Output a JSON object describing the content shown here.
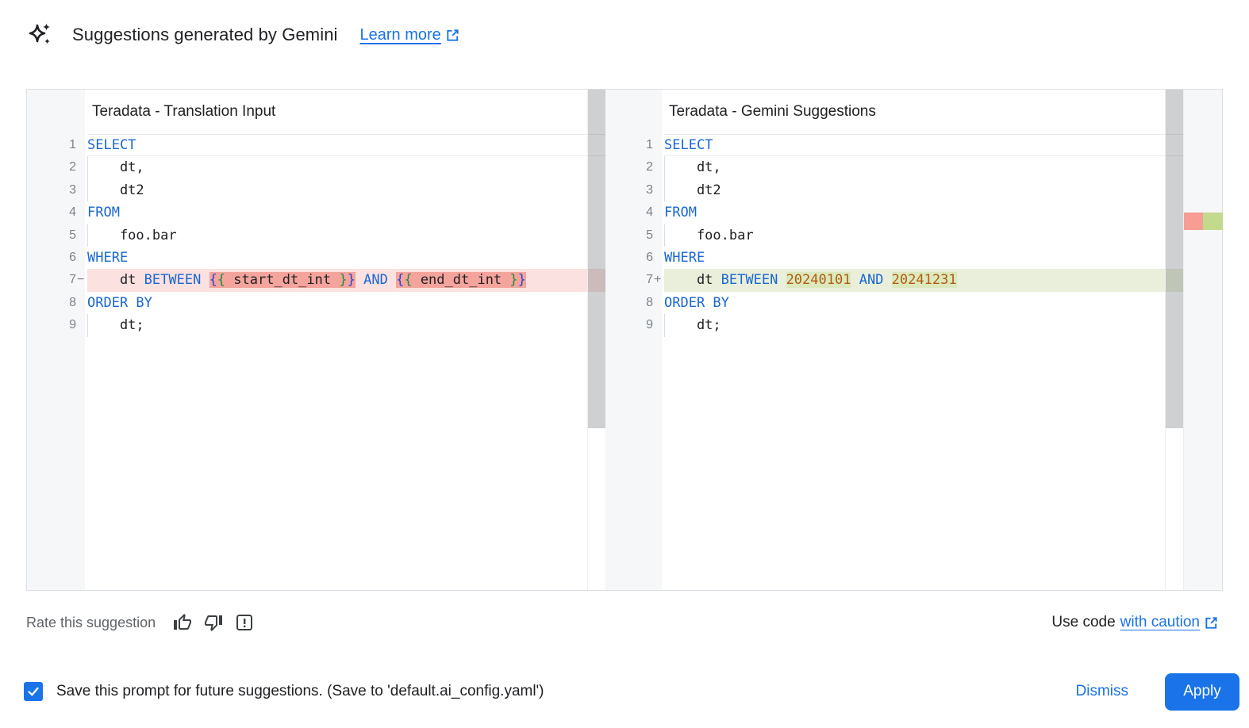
{
  "header": {
    "icon": "gemini-spark-icon",
    "title": "Suggestions generated by Gemini",
    "learn_more_label": "Learn more"
  },
  "panes": [
    {
      "title": "Teradata - Translation Input",
      "diff_kind": "removed",
      "lines": [
        {
          "num": "1",
          "sign": "",
          "current": true,
          "segments": [
            {
              "t": "SELECT",
              "c": "kw"
            }
          ]
        },
        {
          "num": "2",
          "sign": "",
          "guide": true,
          "segments": [
            {
              "t": "    dt,",
              "c": "id"
            }
          ]
        },
        {
          "num": "3",
          "sign": "",
          "guide": true,
          "segments": [
            {
              "t": "    dt2",
              "c": "id"
            }
          ]
        },
        {
          "num": "4",
          "sign": "",
          "segments": [
            {
              "t": "FROM",
              "c": "kw"
            }
          ]
        },
        {
          "num": "5",
          "sign": "",
          "guide": true,
          "segments": [
            {
              "t": "    foo.bar",
              "c": "id"
            }
          ]
        },
        {
          "num": "6",
          "sign": "",
          "segments": [
            {
              "t": "WHERE",
              "c": "kw"
            }
          ]
        },
        {
          "num": "7",
          "sign": "−",
          "line_hl": true,
          "segments": [
            {
              "t": "    dt ",
              "c": "id"
            },
            {
              "t": "BETWEEN",
              "c": "kw"
            },
            {
              "t": " ",
              "c": "id"
            },
            {
              "t": "{",
              "c": "brb",
              "hl": true
            },
            {
              "t": "{",
              "c": "brg",
              "hl": true
            },
            {
              "t": " start_dt_int ",
              "c": "id",
              "hl": true
            },
            {
              "t": "}",
              "c": "brg",
              "hl": true
            },
            {
              "t": "}",
              "c": "brb",
              "hl": true
            },
            {
              "t": " ",
              "c": "id"
            },
            {
              "t": "AND",
              "c": "kw"
            },
            {
              "t": " ",
              "c": "id"
            },
            {
              "t": "{",
              "c": "brb",
              "hl": true
            },
            {
              "t": "{",
              "c": "brg",
              "hl": true
            },
            {
              "t": " end_dt_int ",
              "c": "id",
              "hl": true
            },
            {
              "t": "}",
              "c": "brg",
              "hl": true
            },
            {
              "t": "}",
              "c": "brb",
              "hl": true
            }
          ]
        },
        {
          "num": "8",
          "sign": "",
          "segments": [
            {
              "t": "ORDER BY",
              "c": "kw"
            }
          ]
        },
        {
          "num": "9",
          "sign": "",
          "guide": true,
          "segments": [
            {
              "t": "    dt;",
              "c": "id"
            }
          ]
        }
      ]
    },
    {
      "title": "Teradata - Gemini Suggestions",
      "diff_kind": "added",
      "lines": [
        {
          "num": "1",
          "sign": "",
          "current": true,
          "segments": [
            {
              "t": "SELECT",
              "c": "kw"
            }
          ]
        },
        {
          "num": "2",
          "sign": "",
          "guide": true,
          "segments": [
            {
              "t": "    dt,",
              "c": "id"
            }
          ]
        },
        {
          "num": "3",
          "sign": "",
          "guide": true,
          "segments": [
            {
              "t": "    dt2",
              "c": "id"
            }
          ]
        },
        {
          "num": "4",
          "sign": "",
          "segments": [
            {
              "t": "FROM",
              "c": "kw"
            }
          ]
        },
        {
          "num": "5",
          "sign": "",
          "guide": true,
          "segments": [
            {
              "t": "    foo.bar",
              "c": "id"
            }
          ]
        },
        {
          "num": "6",
          "sign": "",
          "segments": [
            {
              "t": "WHERE",
              "c": "kw"
            }
          ]
        },
        {
          "num": "7",
          "sign": "+",
          "line_hl": true,
          "segments": [
            {
              "t": "    dt ",
              "c": "id"
            },
            {
              "t": "BETWEEN",
              "c": "kw"
            },
            {
              "t": " ",
              "c": "id"
            },
            {
              "t": "20240101",
              "c": "num",
              "hl": true
            },
            {
              "t": " ",
              "c": "id"
            },
            {
              "t": "AND",
              "c": "kw"
            },
            {
              "t": " ",
              "c": "id"
            },
            {
              "t": "20241231",
              "c": "num",
              "hl": true
            }
          ]
        },
        {
          "num": "8",
          "sign": "",
          "segments": [
            {
              "t": "ORDER BY",
              "c": "kw"
            }
          ]
        },
        {
          "num": "9",
          "sign": "",
          "guide": true,
          "segments": [
            {
              "t": "    dt;",
              "c": "id"
            }
          ]
        }
      ]
    }
  ],
  "footer": {
    "rate_label": "Rate this suggestion",
    "rate_icons": [
      "thumbs-up-icon",
      "thumbs-down-icon",
      "report-problem-icon"
    ],
    "use_code_prefix": "Use code",
    "use_code_link": "with caution"
  },
  "bottom_bar": {
    "checkbox_checked": true,
    "save_label": "Save this prompt for future suggestions. (Save to 'default.ai_config.yaml')",
    "dismiss_label": "Dismiss",
    "apply_label": "Apply"
  },
  "colors": {
    "accent_blue": "#1a73e8",
    "keyword": "#1967d2",
    "number_literal": "#b05c12",
    "bracket_blue": "#2745d4",
    "bracket_green": "#1e8e3e",
    "removed_line_bg": "#fbe1e0",
    "removed_token_bg": "#f4a49c",
    "added_line_bg": "#e9efda",
    "added_token_bg": "#dce8bd",
    "overview_removed": "#f79d94",
    "overview_added": "#c3da8c"
  }
}
